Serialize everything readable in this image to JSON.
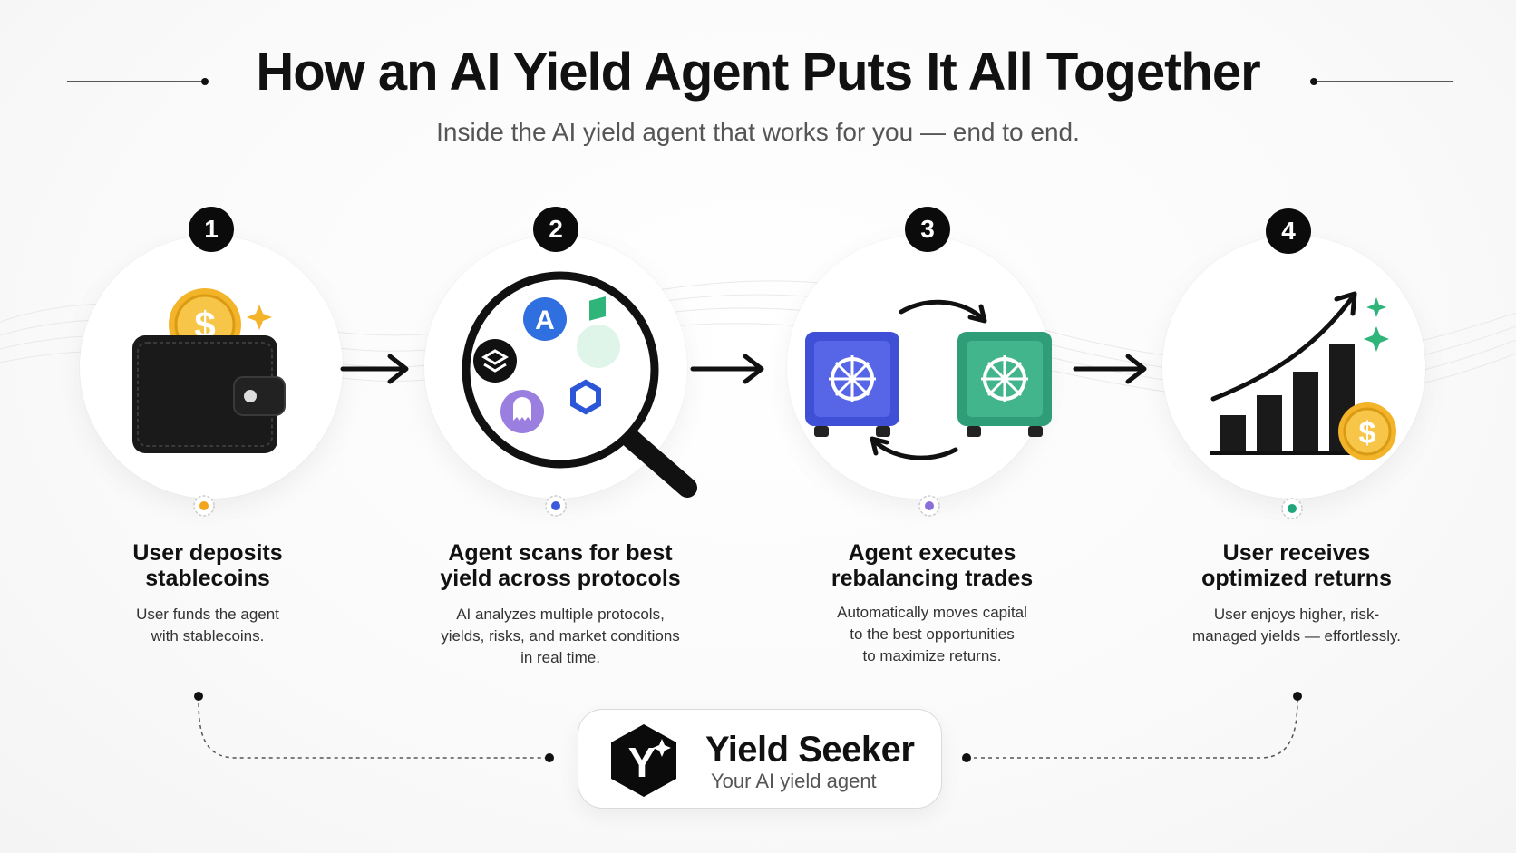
{
  "header": {
    "title": "How an AI Yield Agent Puts It All Together",
    "subtitle": "Inside the AI yield agent that works for you — end to end."
  },
  "steps": [
    {
      "number": "1",
      "title_line1": "User deposits",
      "title_line2": "stablecoins",
      "desc_line1": "User funds the agent",
      "desc_line2": "with stablecoins.",
      "desc_line3": "",
      "node_color": "#f2a51a",
      "icon": "wallet-with-coin-icon"
    },
    {
      "number": "2",
      "title_line1": "Agent scans for best",
      "title_line2": "yield across protocols",
      "desc_line1": "AI analyzes multiple protocols,",
      "desc_line2": "yields, risks, and market conditions",
      "desc_line3": "in real time.",
      "node_color": "#3b5bdb",
      "icon": "magnifying-glass-protocols-icon"
    },
    {
      "number": "3",
      "title_line1": "Agent executes",
      "title_line2": "rebalancing trades",
      "desc_line1": "Automatically moves capital",
      "desc_line2": "to the best opportunities",
      "desc_line3": "to maximize returns.",
      "node_color": "#8a6fd8",
      "icon": "vault-swap-icon"
    },
    {
      "number": "4",
      "title_line1": "User receives",
      "title_line2": "optimized returns",
      "desc_line1": "User enjoys higher, risk-",
      "desc_line2": "managed yields — effortlessly.",
      "desc_line3": "",
      "node_color": "#1fa67a",
      "icon": "growth-chart-coin-icon"
    }
  ],
  "brand": {
    "name": "Yield Seeker",
    "tagline": "Your AI yield agent",
    "logo_letter": "Y",
    "icon": "yield-seeker-logo-icon"
  },
  "colors": {
    "coin_gold": "#f3b42a",
    "vault_blue": "#3f4fd6",
    "vault_green": "#2f9e78",
    "ink": "#0b0b0b"
  }
}
